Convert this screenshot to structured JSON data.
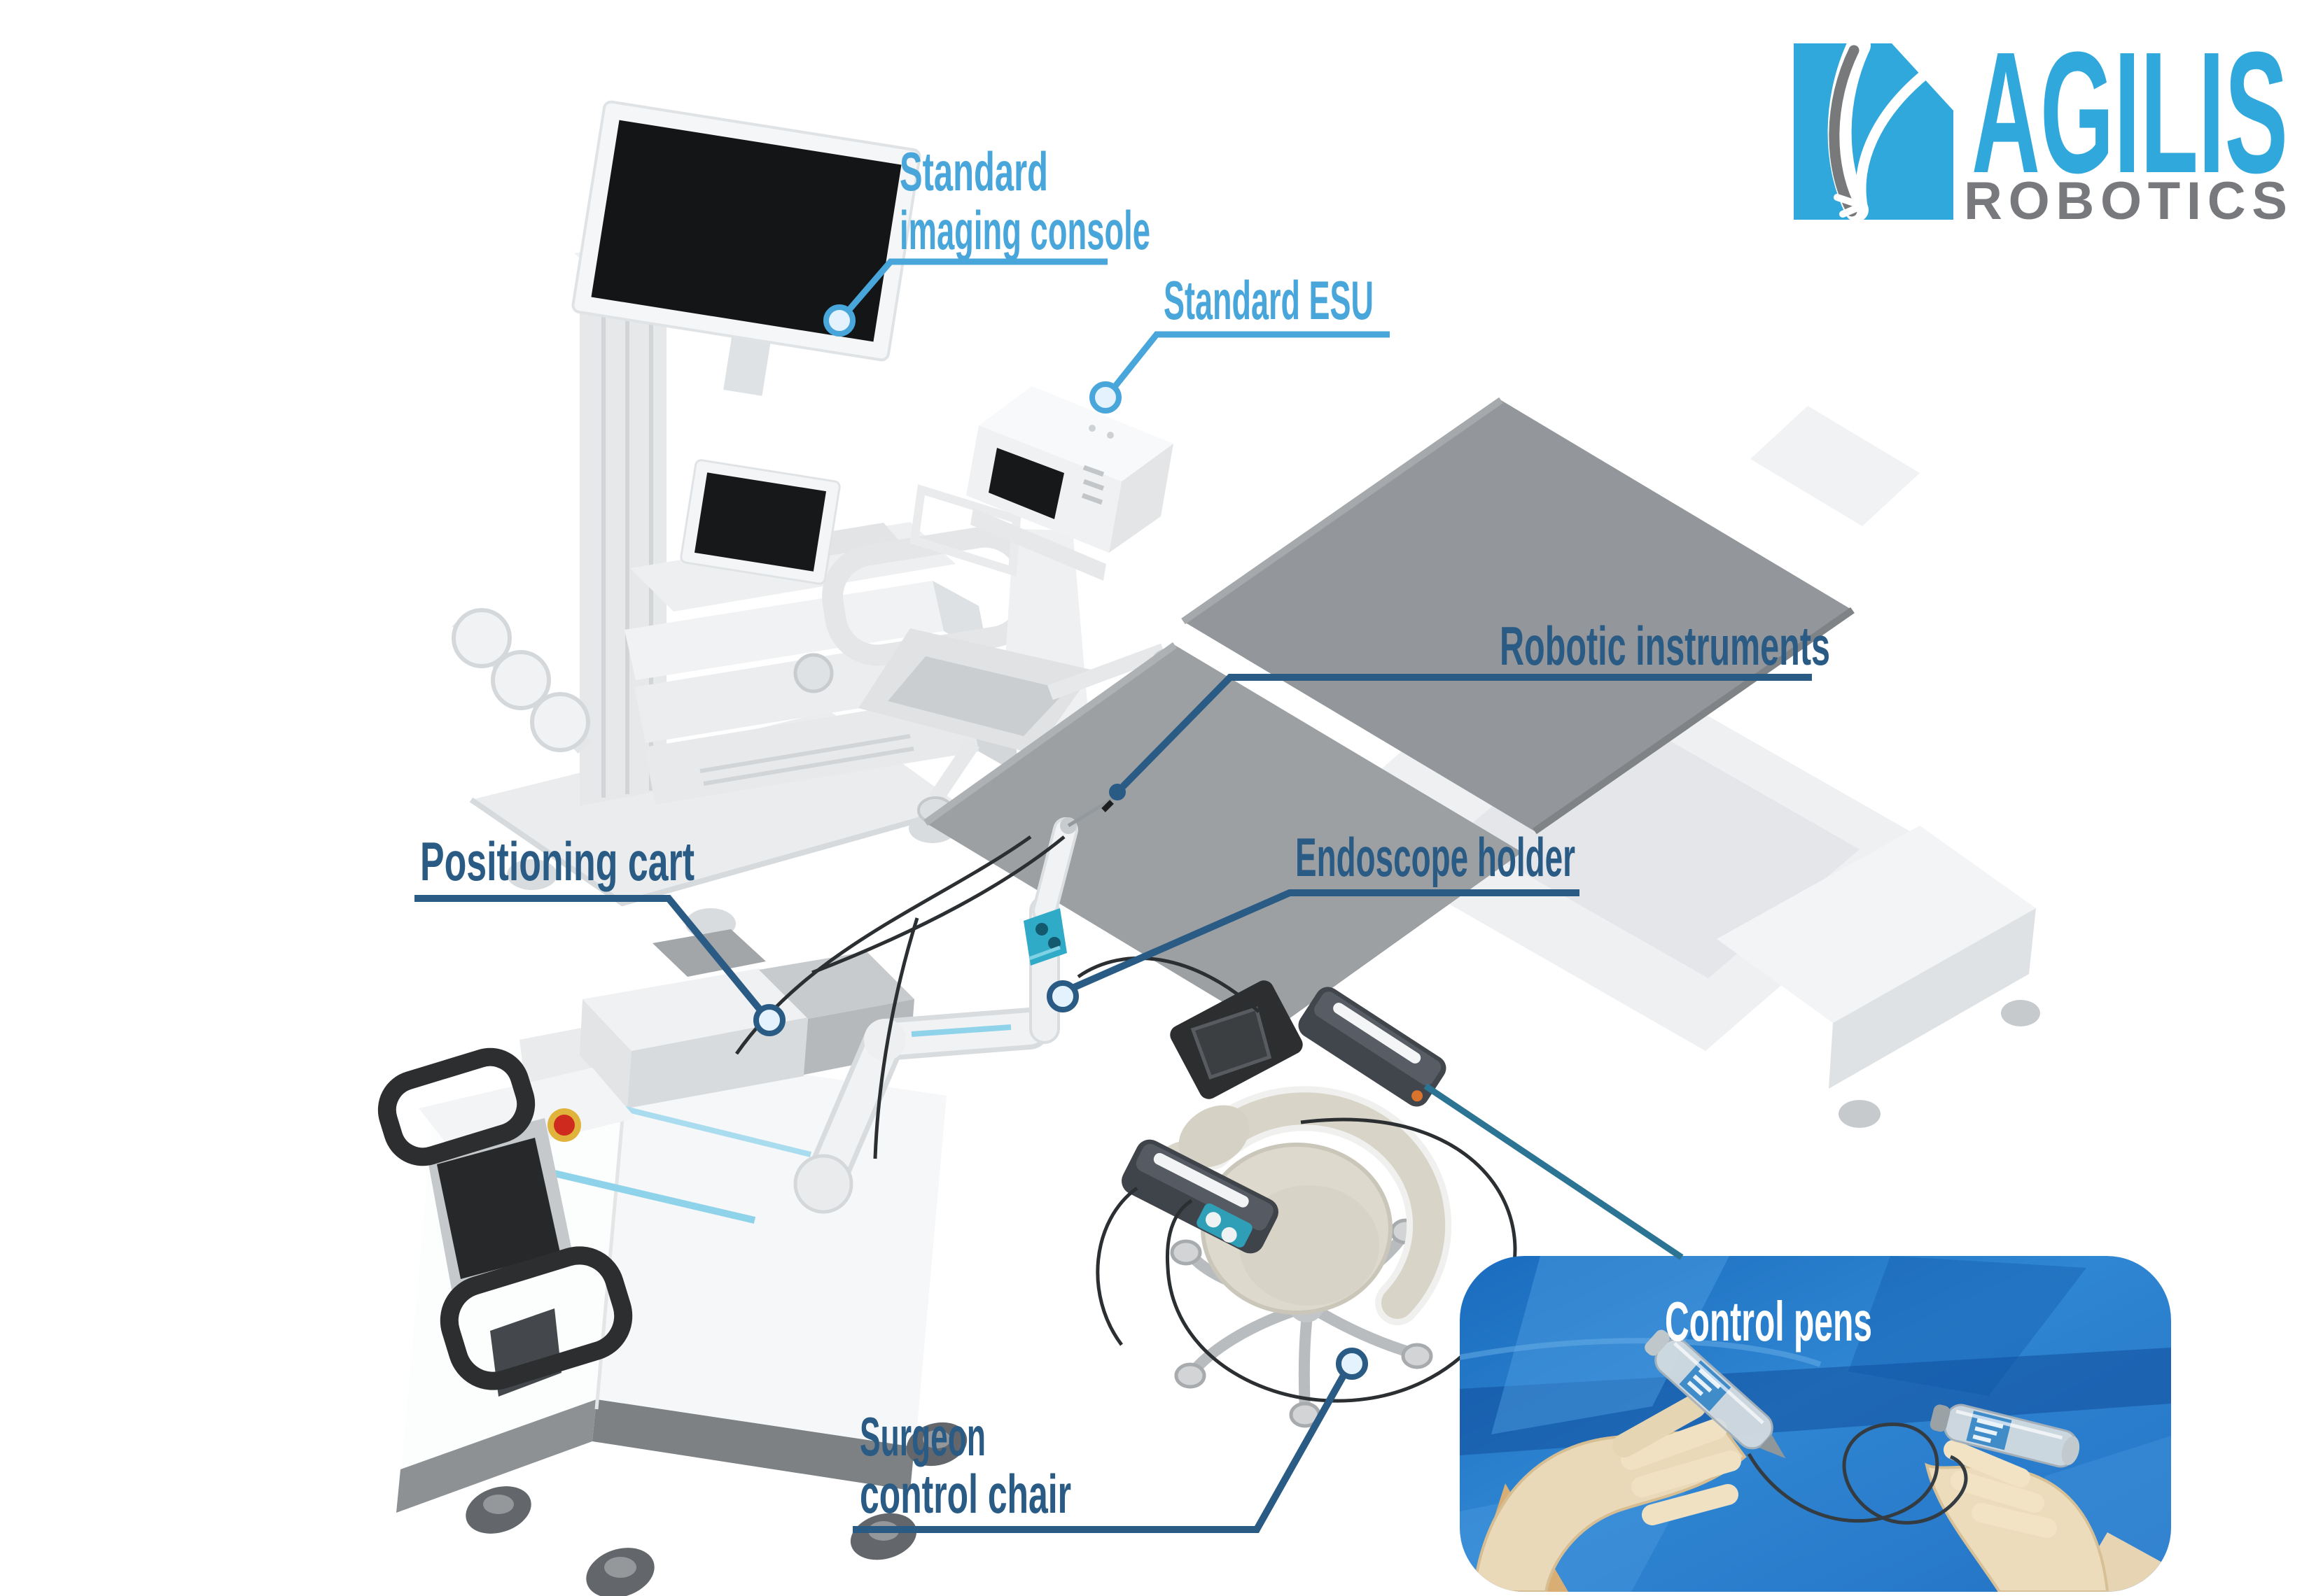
{
  "logo": {
    "brand": "AGILIS",
    "subtitle": "ROBOTICS",
    "brand_color": "#31a8dc",
    "subtitle_color": "#77797c",
    "icon": "endoscope-swoosh-in-blue-square"
  },
  "labels": {
    "imaging_console": {
      "line1": "Standard",
      "line2": "imaging console"
    },
    "esu": {
      "text": "Standard ESU"
    },
    "robotic_instruments": {
      "text": "Robotic instruments"
    },
    "positioning_cart": {
      "text": "Positioning cart"
    },
    "endoscope_holder": {
      "text": "Endoscope holder"
    },
    "surgeon_chair": {
      "line1": "Surgeon",
      "line2": "control chair"
    },
    "control_pens": {
      "text": "Control pens"
    }
  },
  "colors": {
    "label_light": "#48a6da",
    "label_dark": "#2a5b85",
    "leader_teal": "#2c7493",
    "ring_fill": "#e3f2fc",
    "accent_teal": "#2fabc7",
    "accent_strip": "#8fd3ea",
    "drape_blue": "#1a6cbe"
  }
}
